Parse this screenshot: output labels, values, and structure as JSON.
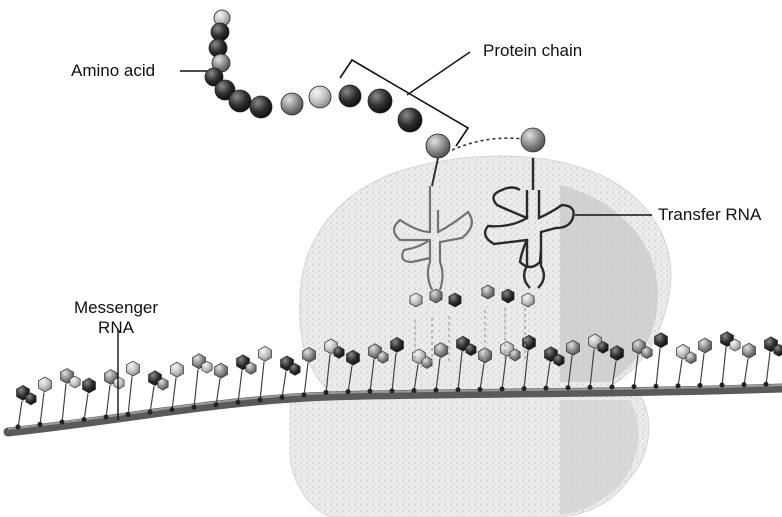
{
  "labels": {
    "amino_acid": "Amino acid",
    "protein_chain": "Protein chain",
    "transfer_rna": "Transfer RNA",
    "messenger_rna_line1": "Messenger",
    "messenger_rna_line2": "RNA"
  },
  "colors": {
    "bead_dark": "#2b2b2b",
    "bead_mid": "#7a7a7a",
    "bead_light": "#b9b9b9",
    "ribosome": "#e9e9e9",
    "ribosome_shade": "#cfcfcf",
    "strand": "#6f6f6f",
    "line": "#111111"
  }
}
